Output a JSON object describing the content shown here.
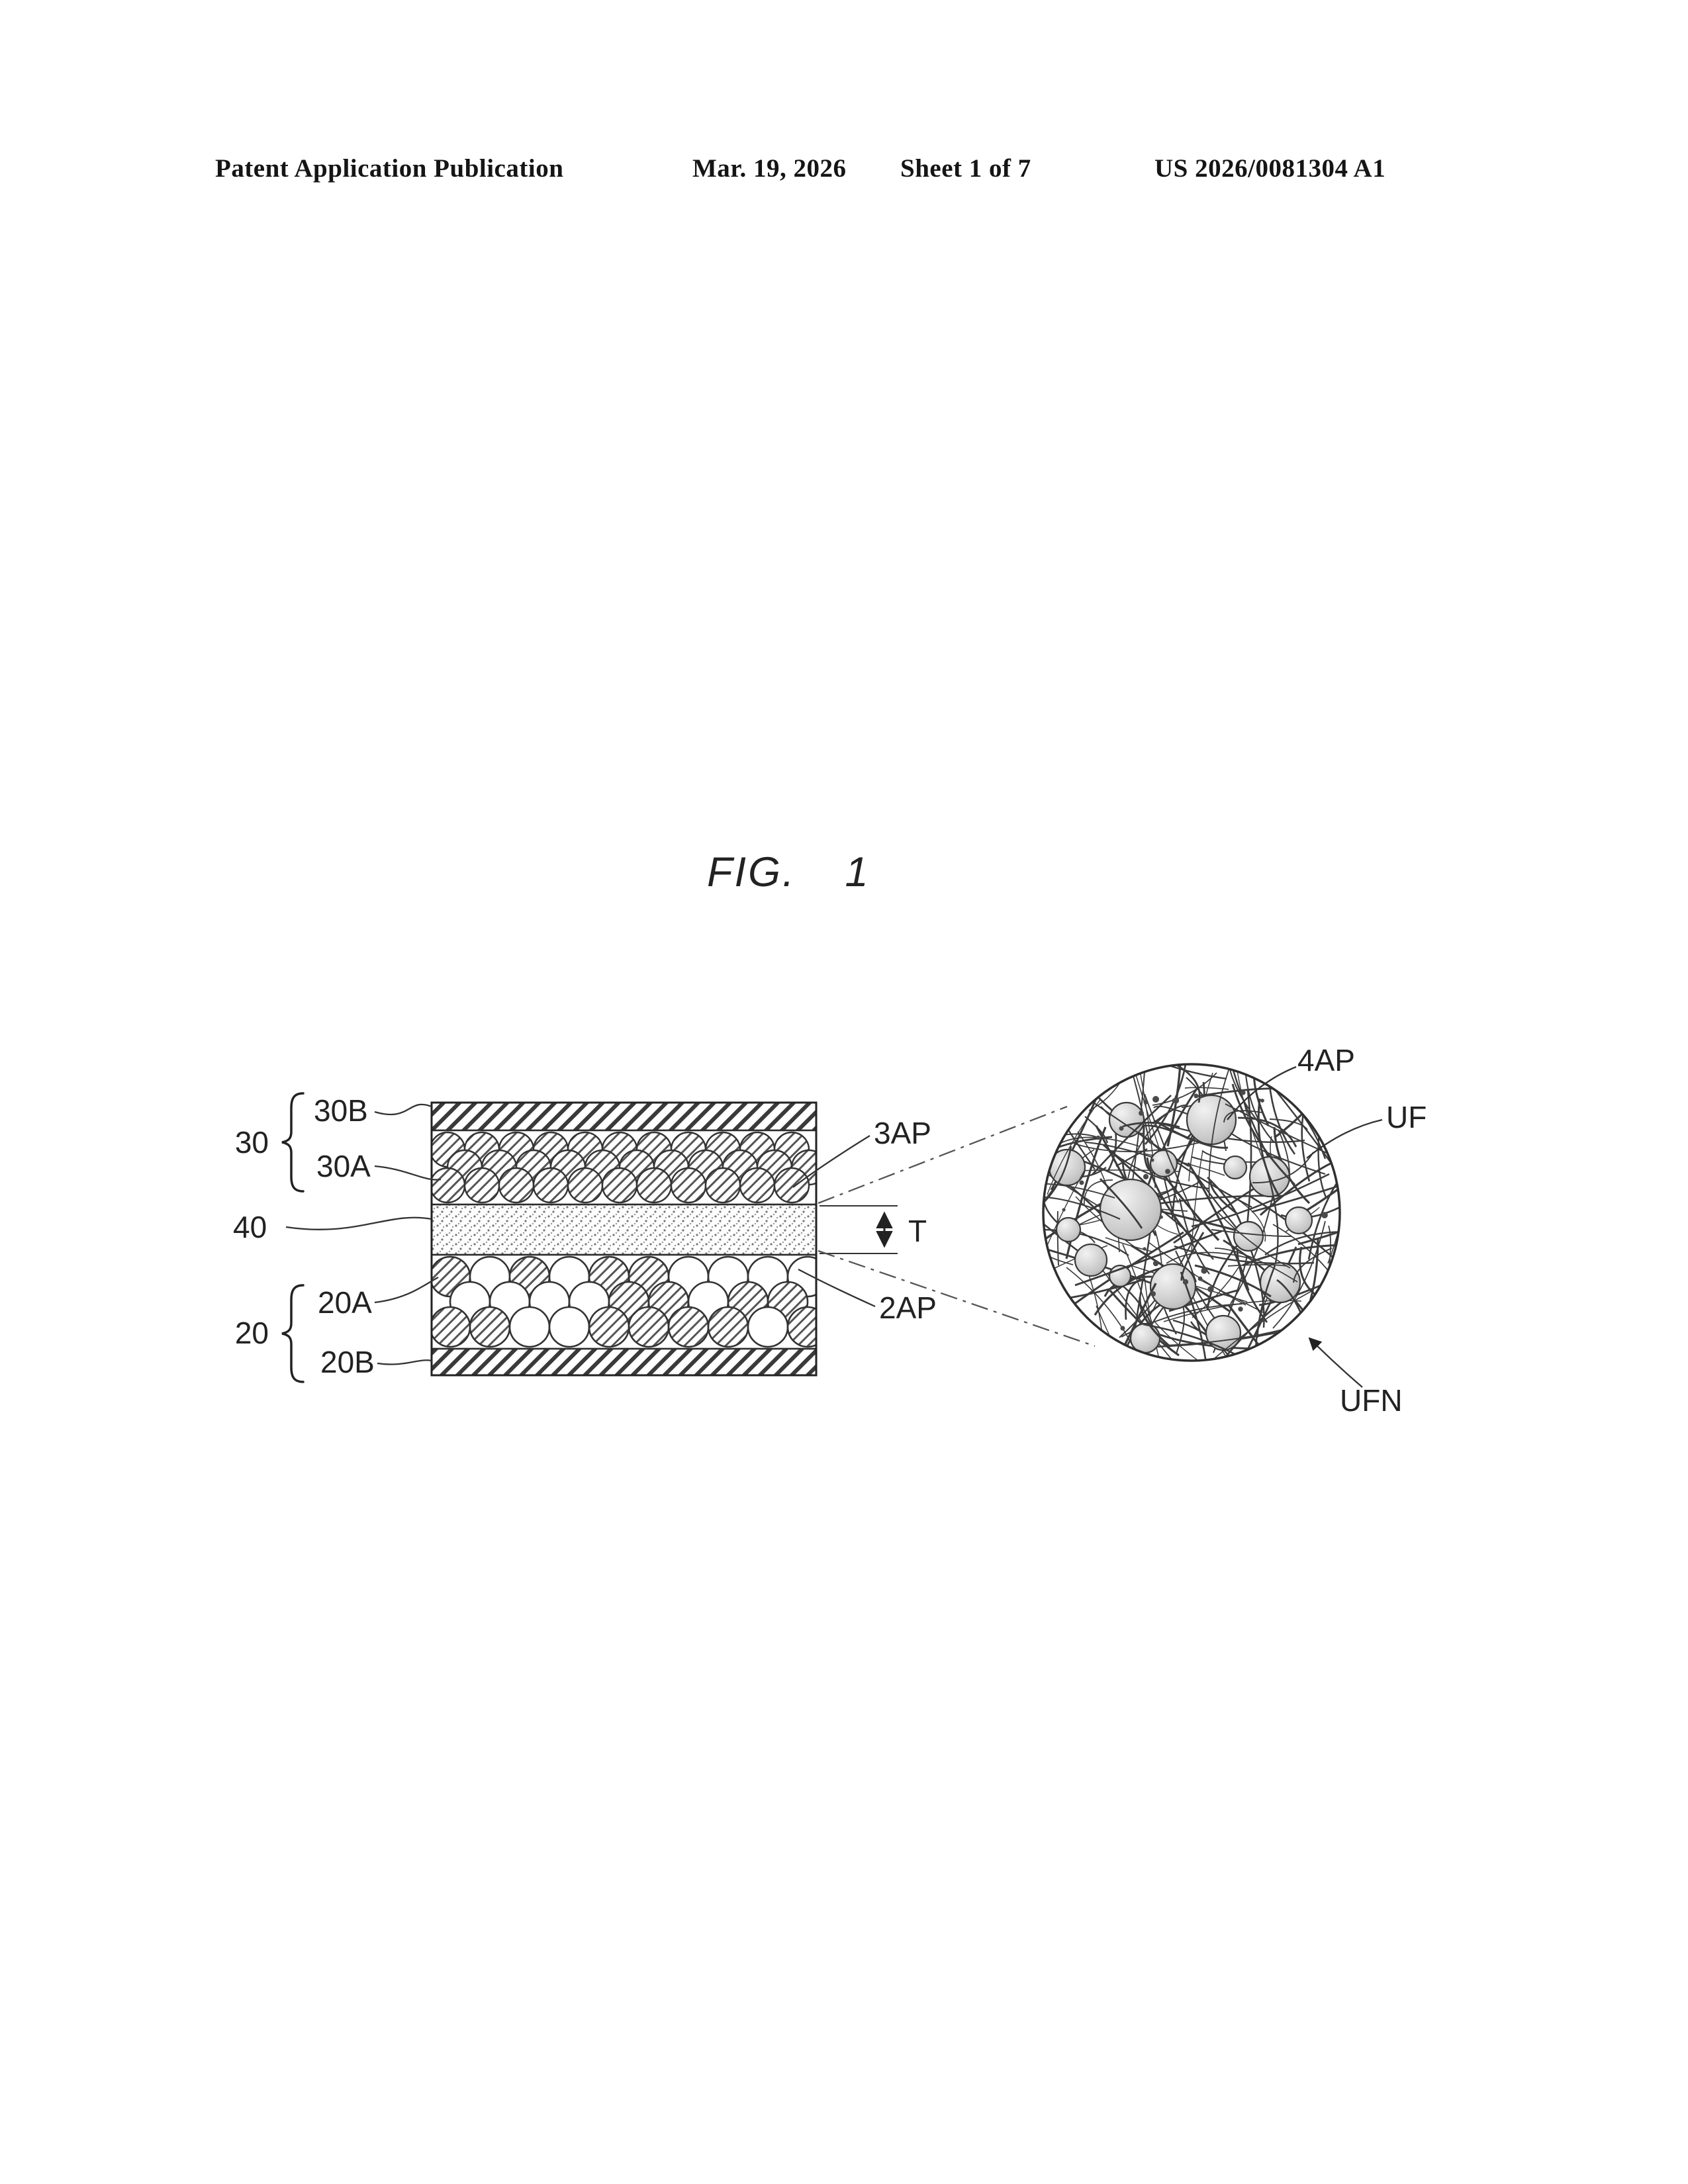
{
  "header": {
    "publication": "Patent Application Publication",
    "date": "Mar. 19, 2026",
    "sheet": "Sheet 1 of 7",
    "patent_number": "US 2026/0081304 A1"
  },
  "figure": {
    "label": "FIG.",
    "number": "1",
    "callouts": {
      "group_30": "30",
      "layer_30B": "30B",
      "layer_30A": "30A",
      "layer_40": "40",
      "group_20": "20",
      "layer_20A": "20A",
      "layer_20B": "20B",
      "ap3": "3AP",
      "ap2": "2AP",
      "thickness": "T",
      "ap4": "4AP",
      "uf": "UF",
      "ufn": "UFN"
    }
  }
}
